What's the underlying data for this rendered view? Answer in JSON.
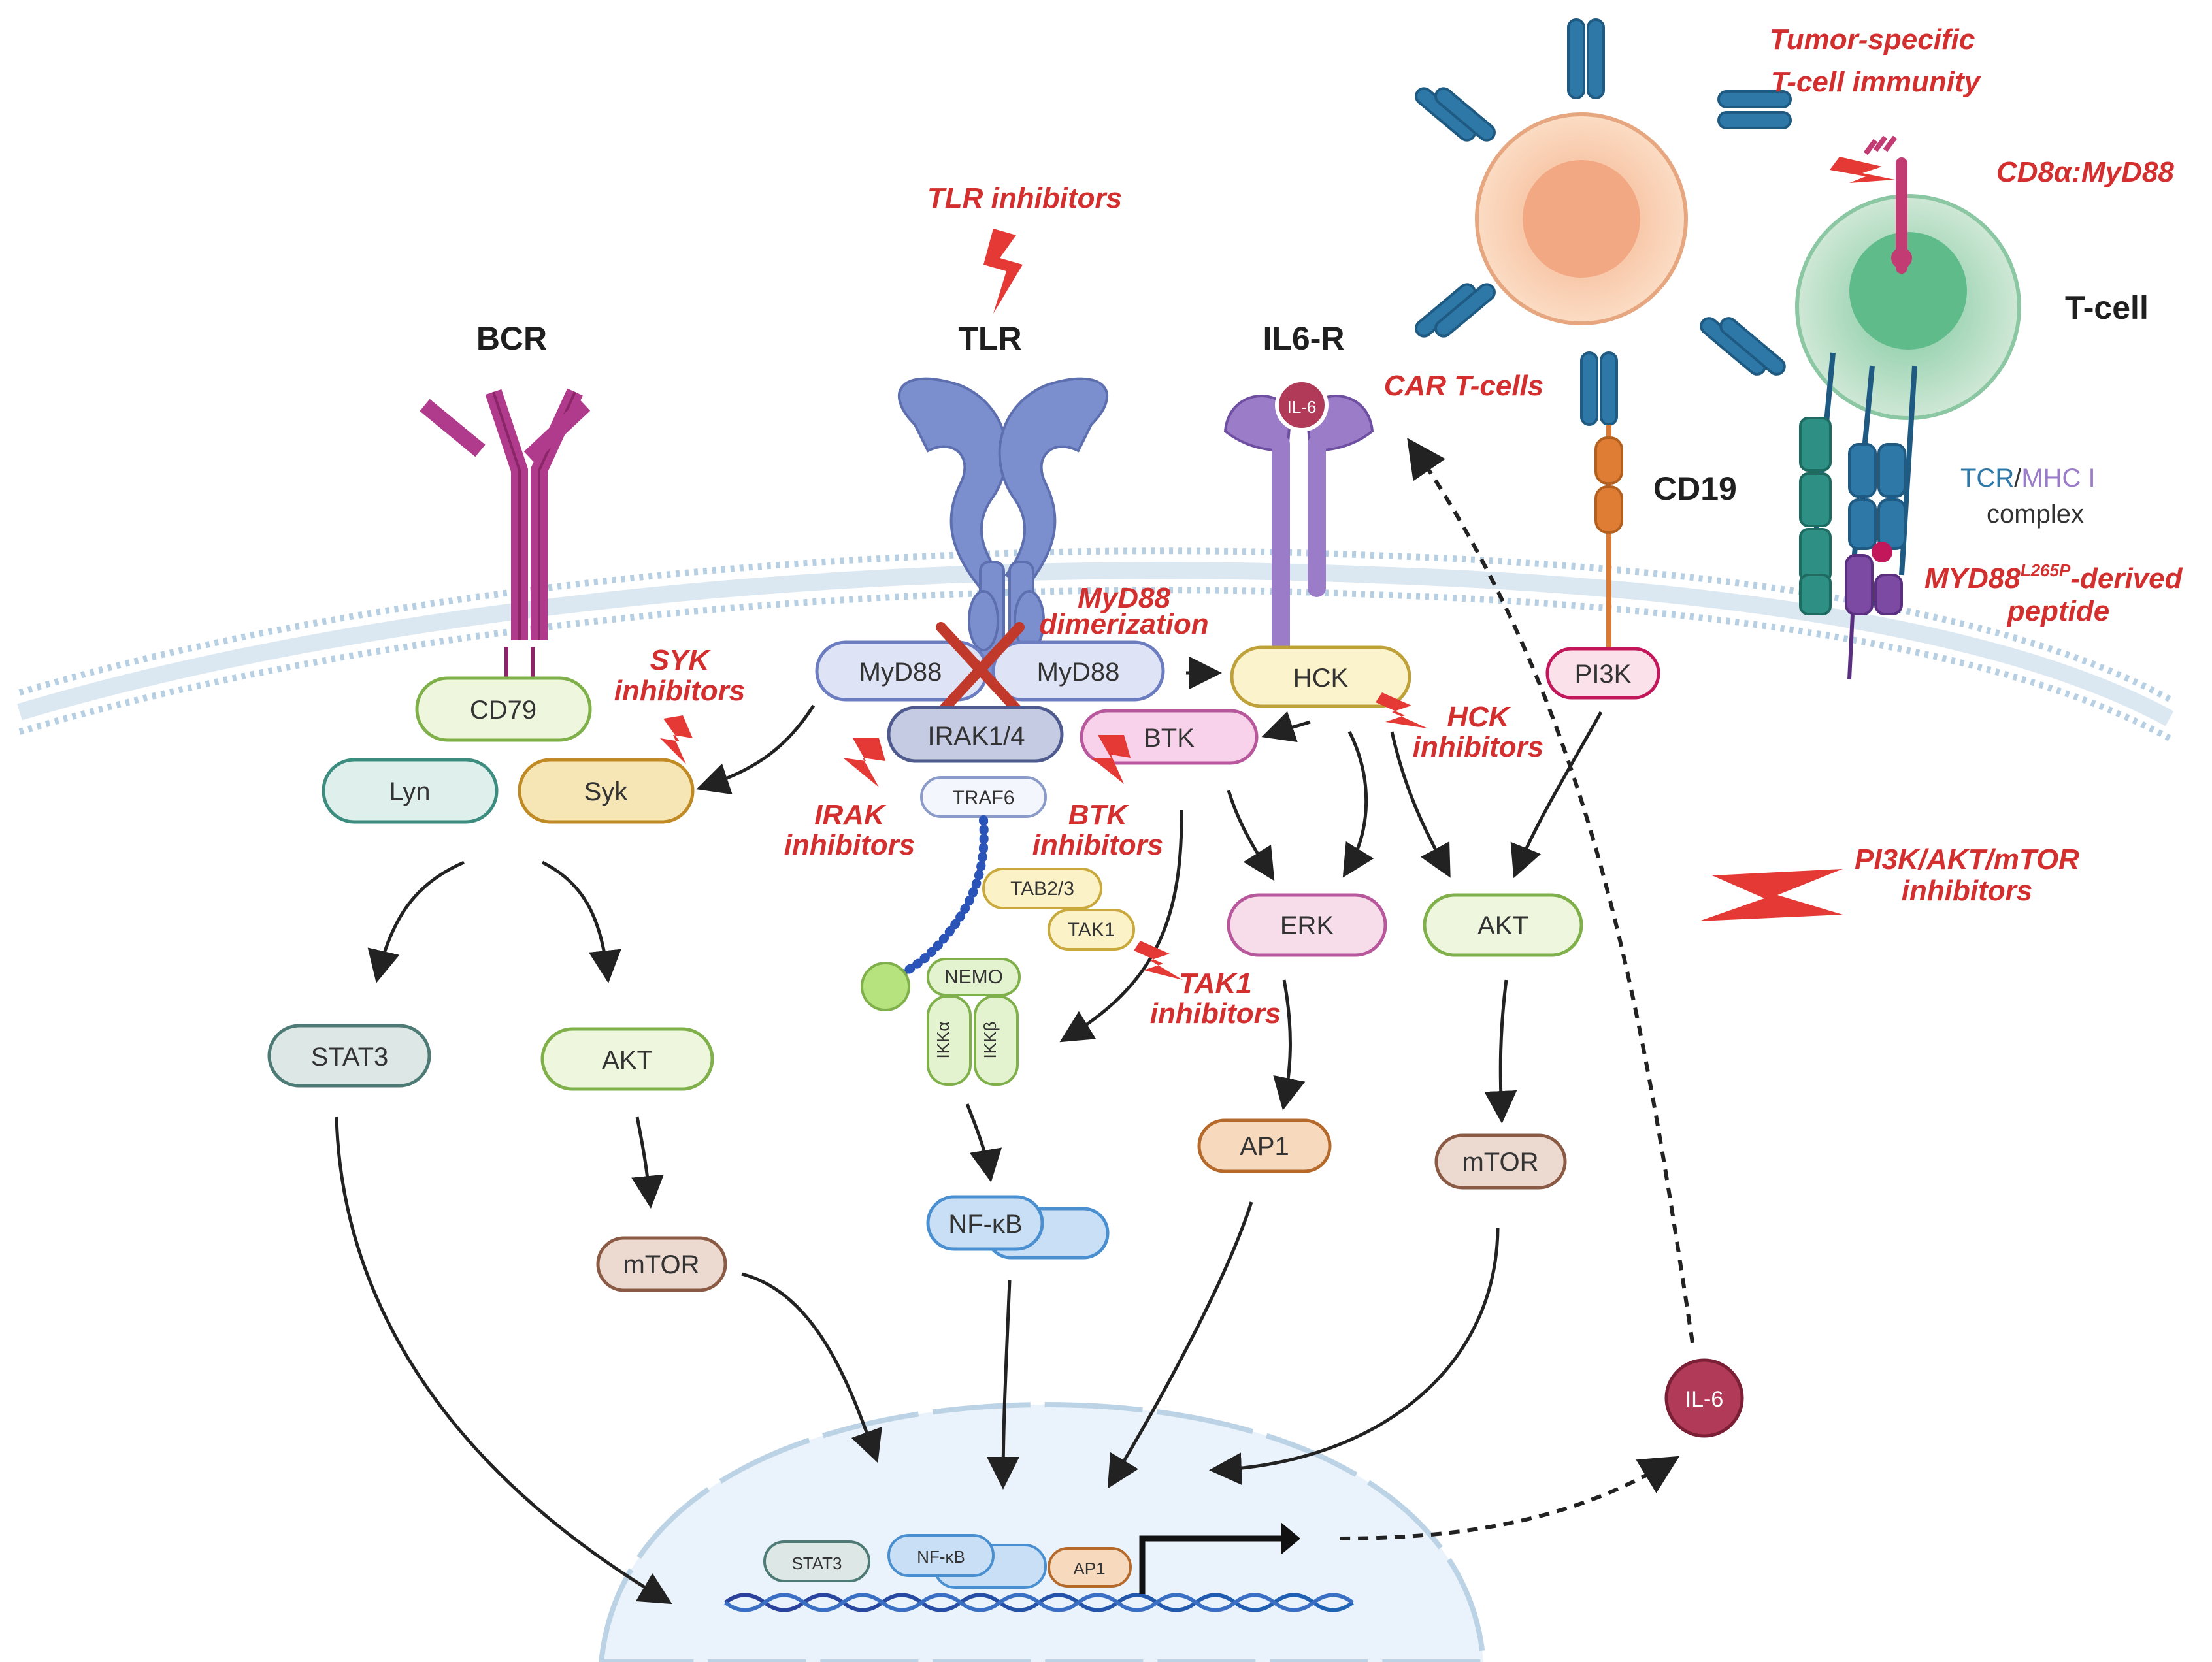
{
  "receptors": {
    "bcr": "BCR",
    "tlr": "TLR",
    "il6r": "IL6-R",
    "cd19": "CD19",
    "tcell": "T-cell"
  },
  "tcr_complex": {
    "tcr": "TCR",
    "slash": "/",
    "mhc": "MHC I",
    "complex": "complex"
  },
  "nodes": {
    "cd79": "CD79",
    "lyn": "Lyn",
    "syk": "Syk",
    "stat3": "STAT3",
    "akt_left": "AKT",
    "mtor_left": "mTOR",
    "myd88_a": "MyD88",
    "myd88_b": "MyD88",
    "irak": "IRAK1/4",
    "traf6": "TRAF6",
    "tab23": "TAB2/3",
    "tak1": "TAK1",
    "nemo": "NEMO",
    "ikka": "IKKα",
    "ikkb": "IKKβ",
    "nfkb": "NF-κB",
    "btk": "BTK",
    "hck": "HCK",
    "erk": "ERK",
    "ap1": "AP1",
    "akt_right": "AKT",
    "mtor_right": "mTOR",
    "pi3k": "PI3K",
    "il6_ligand": "IL-6",
    "il6_secreted": "IL-6"
  },
  "nucleus": {
    "stat3": "STAT3",
    "nfkb": "NF-κB",
    "ap1": "AP1"
  },
  "inhibitors": {
    "tlr": "TLR inhibitors",
    "myd88_line1": "MyD88",
    "myd88_line2": "dimerization",
    "syk_line1": "SYK",
    "syk_line2": "inhibitors",
    "irak_line1": "IRAK",
    "irak_line2": "inhibitors",
    "btk_line1": "BTK",
    "btk_line2": "inhibitors",
    "tak1_line1": "TAK1",
    "tak1_line2": "inhibitors",
    "hck_line1": "HCK",
    "hck_line2": "inhibitors",
    "pi3k_line1": "PI3K/AKT/mTOR",
    "pi3k_line2": "inhibitors",
    "car": "CAR T-cells",
    "tumor_line1": "Tumor-specific",
    "tumor_line2": "T-cell immunity",
    "cd8": "CD8α:MyD88",
    "peptide_main": "MYD88",
    "peptide_sup": "L265P",
    "peptide_suffix": "-derived",
    "peptide_line2": "peptide"
  },
  "colors": {
    "inhibitor_red": "#d32f2f",
    "membrane": "#a9c4dc",
    "bcr_magenta": "#b03a8c",
    "tlr_blue": "#7b8fcf",
    "il6r_purple": "#9b7cc9",
    "tcr_blue": "#2e78a8",
    "tcr_teal": "#2e8f84",
    "mhc_purple": "#7c4aa3"
  }
}
